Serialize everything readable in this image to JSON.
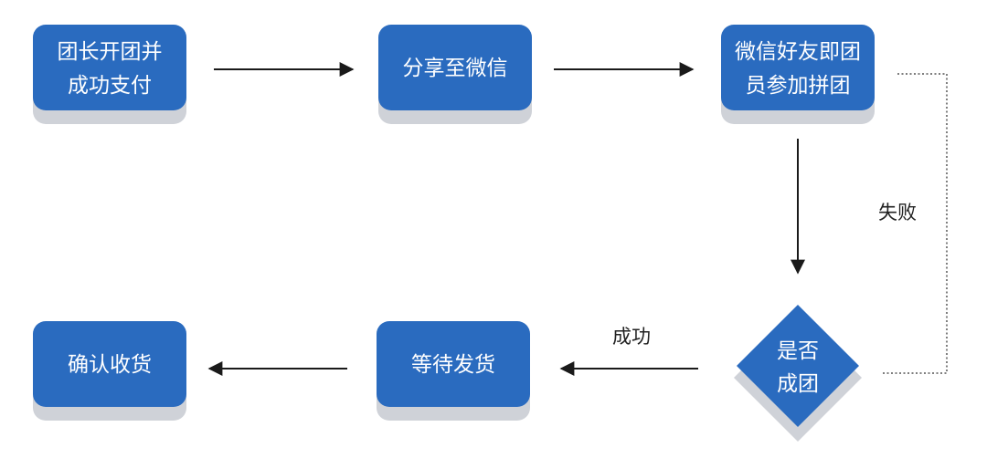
{
  "nodes": {
    "open_group": {
      "line1": "团长开团并",
      "line2": "成功支付"
    },
    "share": {
      "label": "分享至微信"
    },
    "friend_join": {
      "line1": "微信好友即团",
      "line2": "员参加拼团"
    },
    "decision": {
      "line1": "是否",
      "line2": "成团"
    },
    "wait_ship": {
      "label": "等待发货"
    },
    "confirm": {
      "label": "确认收货"
    }
  },
  "edges": {
    "fail_label": "失败",
    "success_label": "成功"
  },
  "colors": {
    "node_fill": "#2a6bbf",
    "node_shadow": "#cfd2d8",
    "node_text": "#ffffff",
    "arrow": "#1a1a1a"
  }
}
